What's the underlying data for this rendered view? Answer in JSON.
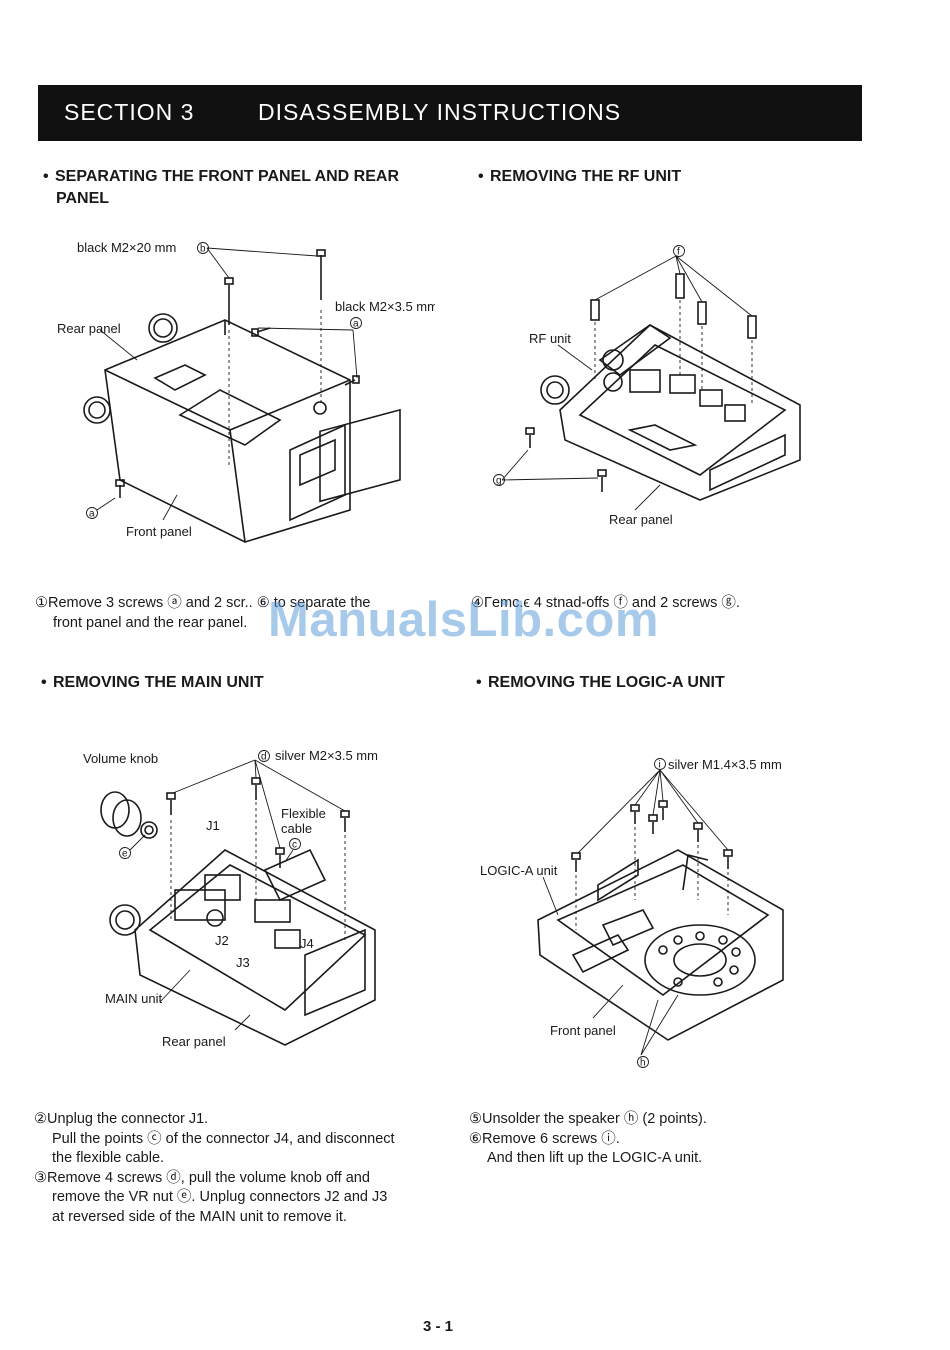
{
  "header": {
    "section": "SECTION 3",
    "title": "DISASSEMBLY INSTRUCTIONS"
  },
  "sections": [
    {
      "heading_line1": "SEPARATING THE FRONT PANEL AND REAR",
      "heading_line2": "PANEL",
      "labels": [
        "black M2×20 mm",
        "black M2×3.5 mm",
        "Rear panel",
        "Front panel"
      ],
      "markers": [
        "b",
        "a",
        "a"
      ],
      "steps": [
        "①Remove 3 screws ⓐ and 2 scr",
        "front panel and the rear panel."
      ],
      "step_tail": "to separate the"
    },
    {
      "heading_line1": "REMOVING THE RF UNIT",
      "labels": [
        "RF unit",
        "Rear panel"
      ],
      "markers": [
        "f",
        "g"
      ],
      "steps": [
        "④Γemc.ϵ 4 stnad-offs ⓕ and 2 screws ⓖ."
      ]
    },
    {
      "heading_line1": "REMOVING THE MAIN UNIT",
      "labels": [
        "Volume knob",
        "silver M2×3.5 mm",
        "Flexible",
        "cable",
        "J1",
        "J2",
        "J3",
        "J4",
        "MAIN unit",
        "Rear panel"
      ],
      "markers": [
        "d",
        "c",
        "e"
      ],
      "steps": [
        "②Unplug the connector J1.",
        "Pull the points ⓒ of the connector J4, and disconnect",
        "the flexible cable.",
        "③Remove 4 screws ⓓ, pull the volume knob off and",
        "remove the VR nut ⓔ.  Unplug connectors J2 and J3",
        "at reversed side of the MAIN unit to remove it."
      ]
    },
    {
      "heading_line1": "REMOVING THE LOGIC-A UNIT",
      "labels": [
        "silver M1.4×3.5 mm",
        "LOGIC-A unit",
        "Front panel"
      ],
      "markers": [
        "i",
        "h"
      ],
      "steps": [
        "⑤Unsolder the speaker ⓗ (2 points).",
        "⑥Remove 6 screws ⓘ.",
        "And then lift up the LOGIC-A unit."
      ]
    }
  ],
  "watermark": "ManualsLib.com",
  "page_number": "3 - 1",
  "colors": {
    "banner": "#111111",
    "watermark": "#4f95d8"
  }
}
